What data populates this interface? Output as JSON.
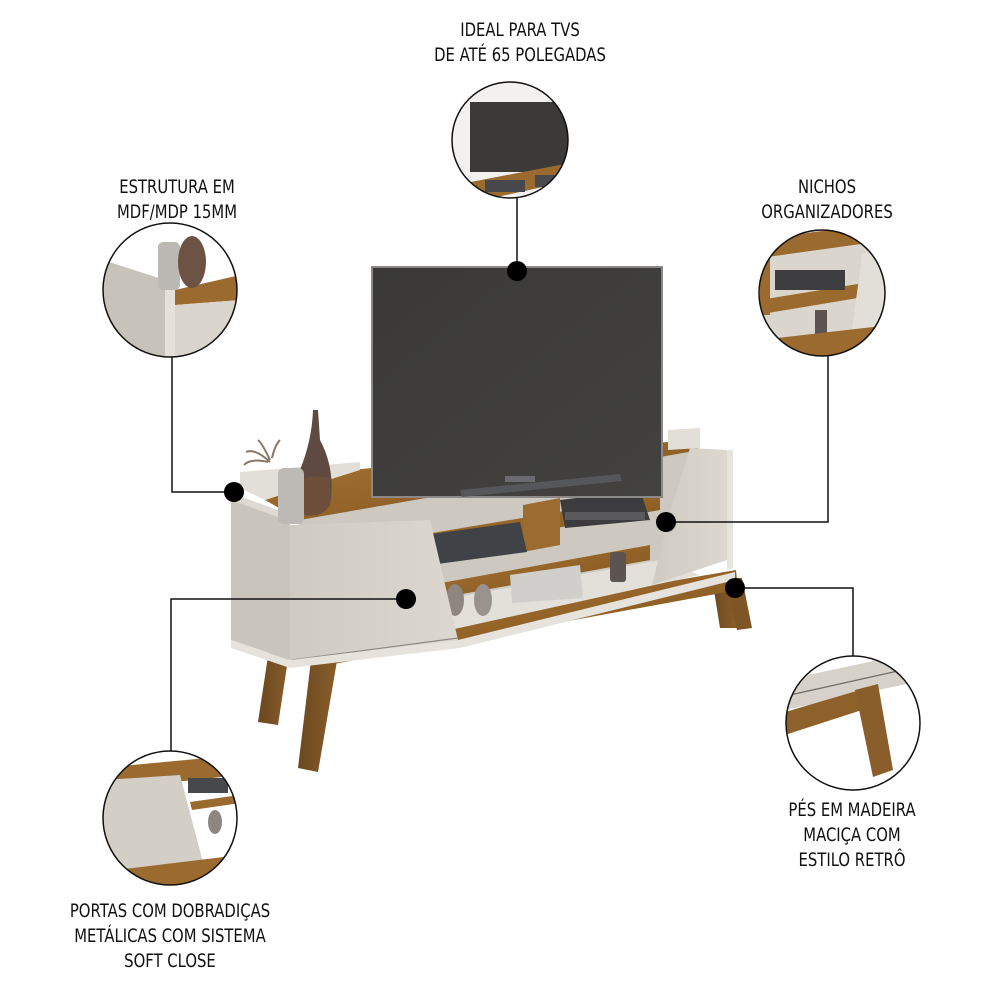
{
  "product": {
    "name": "TV stand infographic",
    "colors": {
      "wood": "#9a6a2f",
      "wood_dark": "#6e4a20",
      "off_white": "#d9d5cc",
      "off_white_light": "#e6e3dc",
      "tv_screen": "#3b3a39",
      "line": "#111111",
      "dot": "#000000"
    }
  },
  "callouts": [
    {
      "id": "tv-size",
      "lines": [
        "IDEAL PARA TVs",
        "DE ATÉ 65 POLEGADAS"
      ]
    },
    {
      "id": "structure",
      "lines": [
        "ESTRUTURA EM",
        "MDF/MDP 15MM"
      ]
    },
    {
      "id": "niches",
      "lines": [
        "NICHOS",
        "ORGANIZADORES"
      ]
    },
    {
      "id": "legs",
      "lines": [
        "PÉS EM MADEIRA",
        "MACIÇA COM",
        "ESTILO RETRÔ"
      ]
    },
    {
      "id": "doors",
      "lines": [
        "PORTAS COM DOBRADIÇAS",
        "METÁLICAS COM SISTEMA",
        "SOFT CLOSE"
      ]
    }
  ]
}
